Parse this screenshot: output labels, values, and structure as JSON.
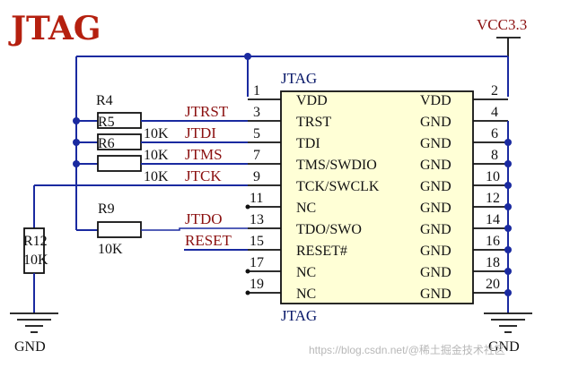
{
  "title": "JTAG",
  "vcc_label": "VCC3.3",
  "chip": {
    "top_label": "JTAG",
    "bottom_label": "JTAG",
    "left_pins": [
      {
        "num": "1",
        "name": "VDD"
      },
      {
        "num": "3",
        "name": "TRST"
      },
      {
        "num": "5",
        "name": "TDI"
      },
      {
        "num": "7",
        "name": "TMS/SWDIO"
      },
      {
        "num": "9",
        "name": "TCK/SWCLK"
      },
      {
        "num": "11",
        "name": "NC"
      },
      {
        "num": "13",
        "name": "TDO/SWO"
      },
      {
        "num": "15",
        "name": "RESET#"
      },
      {
        "num": "17",
        "name": "NC"
      },
      {
        "num": "19",
        "name": "NC"
      }
    ],
    "right_pins": [
      {
        "num": "2",
        "name": "VDD"
      },
      {
        "num": "4",
        "name": "GND"
      },
      {
        "num": "6",
        "name": "GND"
      },
      {
        "num": "8",
        "name": "GND"
      },
      {
        "num": "10",
        "name": "GND"
      },
      {
        "num": "12",
        "name": "GND"
      },
      {
        "num": "14",
        "name": "GND"
      },
      {
        "num": "16",
        "name": "GND"
      },
      {
        "num": "18",
        "name": "GND"
      },
      {
        "num": "20",
        "name": "GND"
      }
    ]
  },
  "nets": {
    "jtrst": "JTRST",
    "jtdi": "JTDI",
    "jtms": "JTMS",
    "jtck": "JTCK",
    "jtdo": "JTDO",
    "reset": "RESET"
  },
  "resistors": {
    "r4": {
      "ref": "R4",
      "value": "10K"
    },
    "r5": {
      "ref": "R5",
      "value": "10K"
    },
    "r6": {
      "ref": "R6",
      "value": "10K"
    },
    "r9": {
      "ref": "R9",
      "value": "10K"
    },
    "r12": {
      "ref": "R12",
      "value": "10K"
    }
  },
  "gnd_left": "GND",
  "gnd_right": "GND",
  "watermark": "https://blog.csdn.net/@稀土掘金技术社区"
}
